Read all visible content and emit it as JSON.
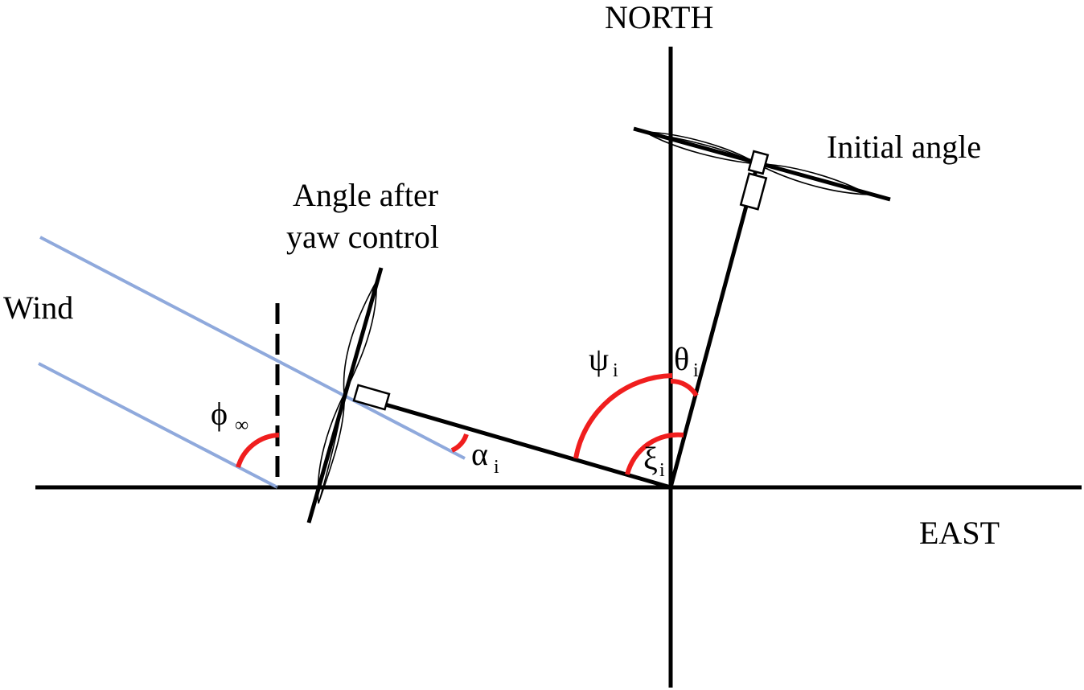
{
  "labels": {
    "north": "NORTH",
    "east": "EAST",
    "wind": "Wind",
    "initial_angle": "Initial angle",
    "after_yaw_line1": "Angle after",
    "after_yaw_line2": "yaw control"
  },
  "angles": {
    "phi": {
      "symbol": "ϕ",
      "subscript": "∞"
    },
    "alpha": {
      "symbol": "α",
      "subscript": "i"
    },
    "psi": {
      "symbol": "ψ",
      "subscript": "i"
    },
    "theta": {
      "symbol": "θ",
      "subscript": "i"
    },
    "xi": {
      "symbol": "ξ",
      "subscript": "i"
    }
  },
  "colors": {
    "axis": "#000000",
    "wind_lines": "#8FA9DC",
    "angle_arcs": "#F01E1E"
  }
}
